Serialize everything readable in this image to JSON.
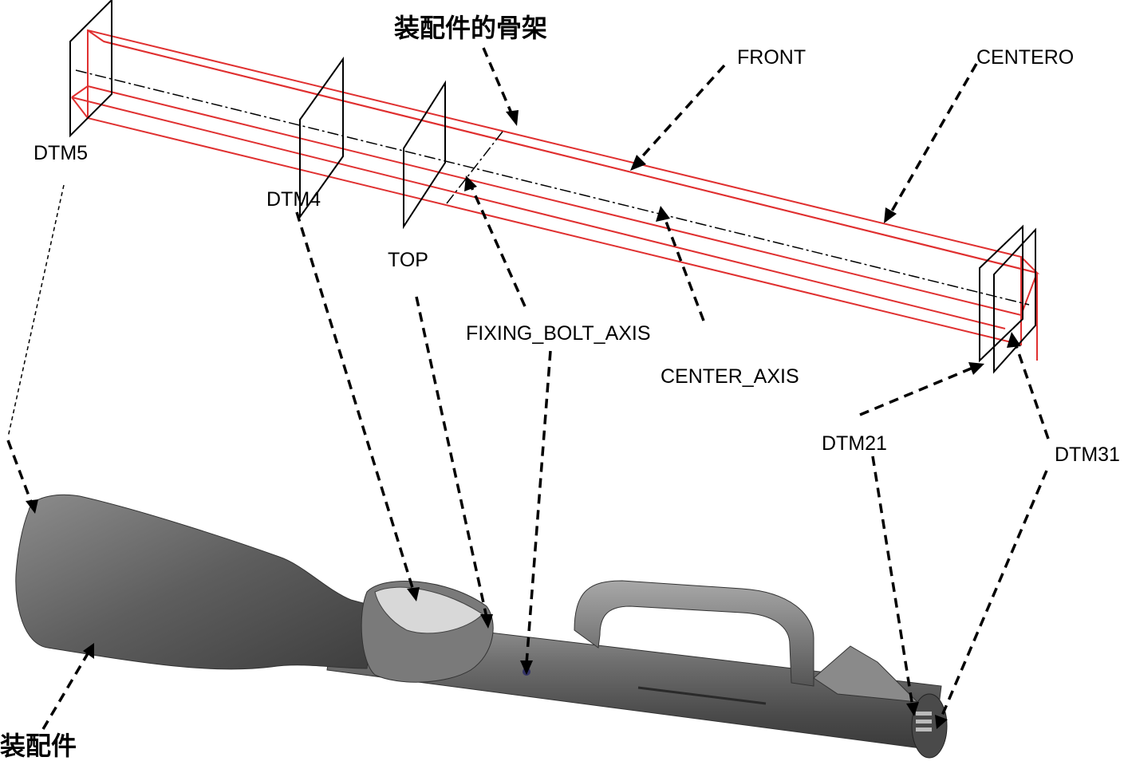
{
  "title_skeleton": "装配件的骨架",
  "title_assembly": "装配件",
  "labels": {
    "front": "FRONT",
    "centero": "CENTERO",
    "dtm5": "DTM5",
    "dtm4": "DTM4",
    "top": "TOP",
    "fixing_bolt_axis": "FIXING_BOLT_AXIS",
    "center_axis": "CENTER_AXIS",
    "dtm21": "DTM21",
    "dtm31": "DTM31"
  },
  "colors": {
    "skeleton_lines": "#e03030",
    "datum_planes": "#000000",
    "body": "#6b6b6b"
  }
}
